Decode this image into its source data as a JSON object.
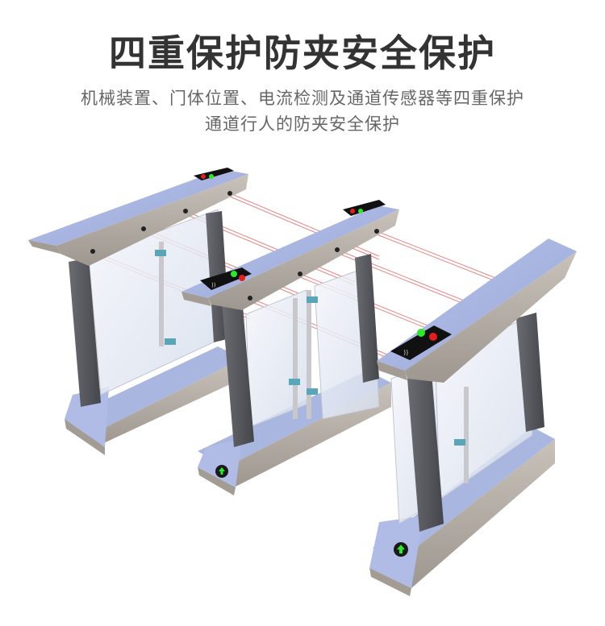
{
  "header": {
    "title": "四重保护防夹安全保护",
    "subtitle_line1": "机械装置、门体位置、电流检测及通道传感器等四重保护",
    "subtitle_line2": "通道行人的防夹安全保护"
  },
  "illustration": {
    "subject": "three swing-gate turnstile units with glass wings and infrared sensor beams",
    "units": [
      {
        "name": "left-unit",
        "display_icons": [
          "red-cross-icon",
          "green-arrow-icon",
          "card-reader-icon"
        ]
      },
      {
        "name": "middle-unit",
        "display_icons": [
          "green-arrow-icon",
          "red-cross-icon",
          "card-reader-icon"
        ],
        "base_indicator": "green-arrow-icon"
      },
      {
        "name": "right-unit",
        "display_icons": [
          "green-arrow-icon",
          "red-cross-icon",
          "card-reader-icon"
        ],
        "base_indicator": "green-arrow-icon"
      }
    ],
    "colors": {
      "top_surface": "#a9b6e0",
      "steel_side": "#b3aca4",
      "pillar": "#55575c",
      "glass": "#dfe6f2",
      "beam": "#e06666",
      "panel": "#111111",
      "green": "#2ee82e",
      "red": "#e02020",
      "bracket": "#5aa5b8"
    }
  }
}
